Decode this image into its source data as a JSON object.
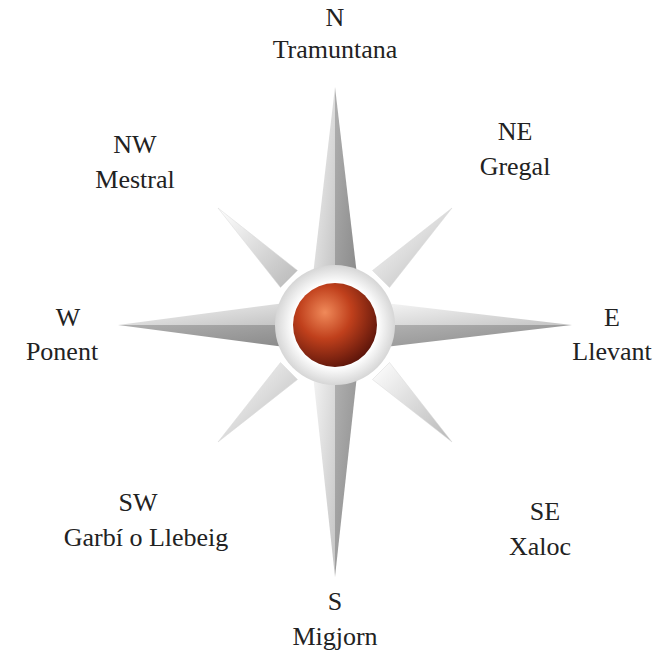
{
  "diagram": {
    "labels": [
      "N",
      "Tramuntana",
      "NW",
      "Mestral",
      "NE",
      "Gregal",
      "W",
      "Ponent",
      "E",
      "Llevant",
      "SW",
      "Garbí o Llebeig",
      "SE",
      "Xaloc",
      "S",
      "Migjorn"
    ]
  }
}
